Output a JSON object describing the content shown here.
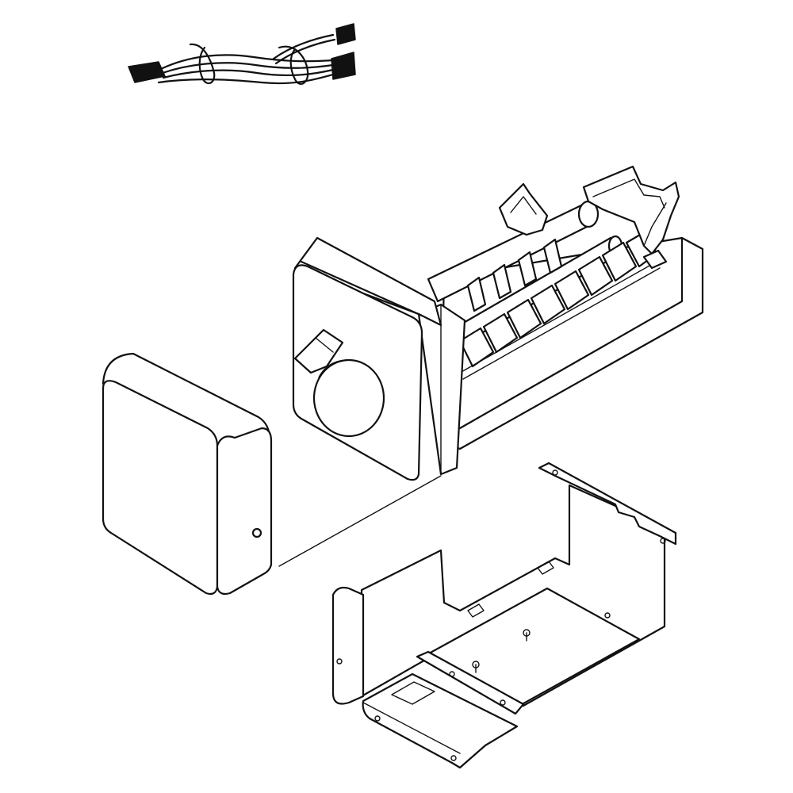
{
  "figure": {
    "type": "exploded-parts-drawing",
    "background": "#ffffff",
    "line_color": "#111111",
    "parts": [
      "wire-harness",
      "ice-maker-assembly",
      "end-cover",
      "mounting-bracket"
    ]
  }
}
